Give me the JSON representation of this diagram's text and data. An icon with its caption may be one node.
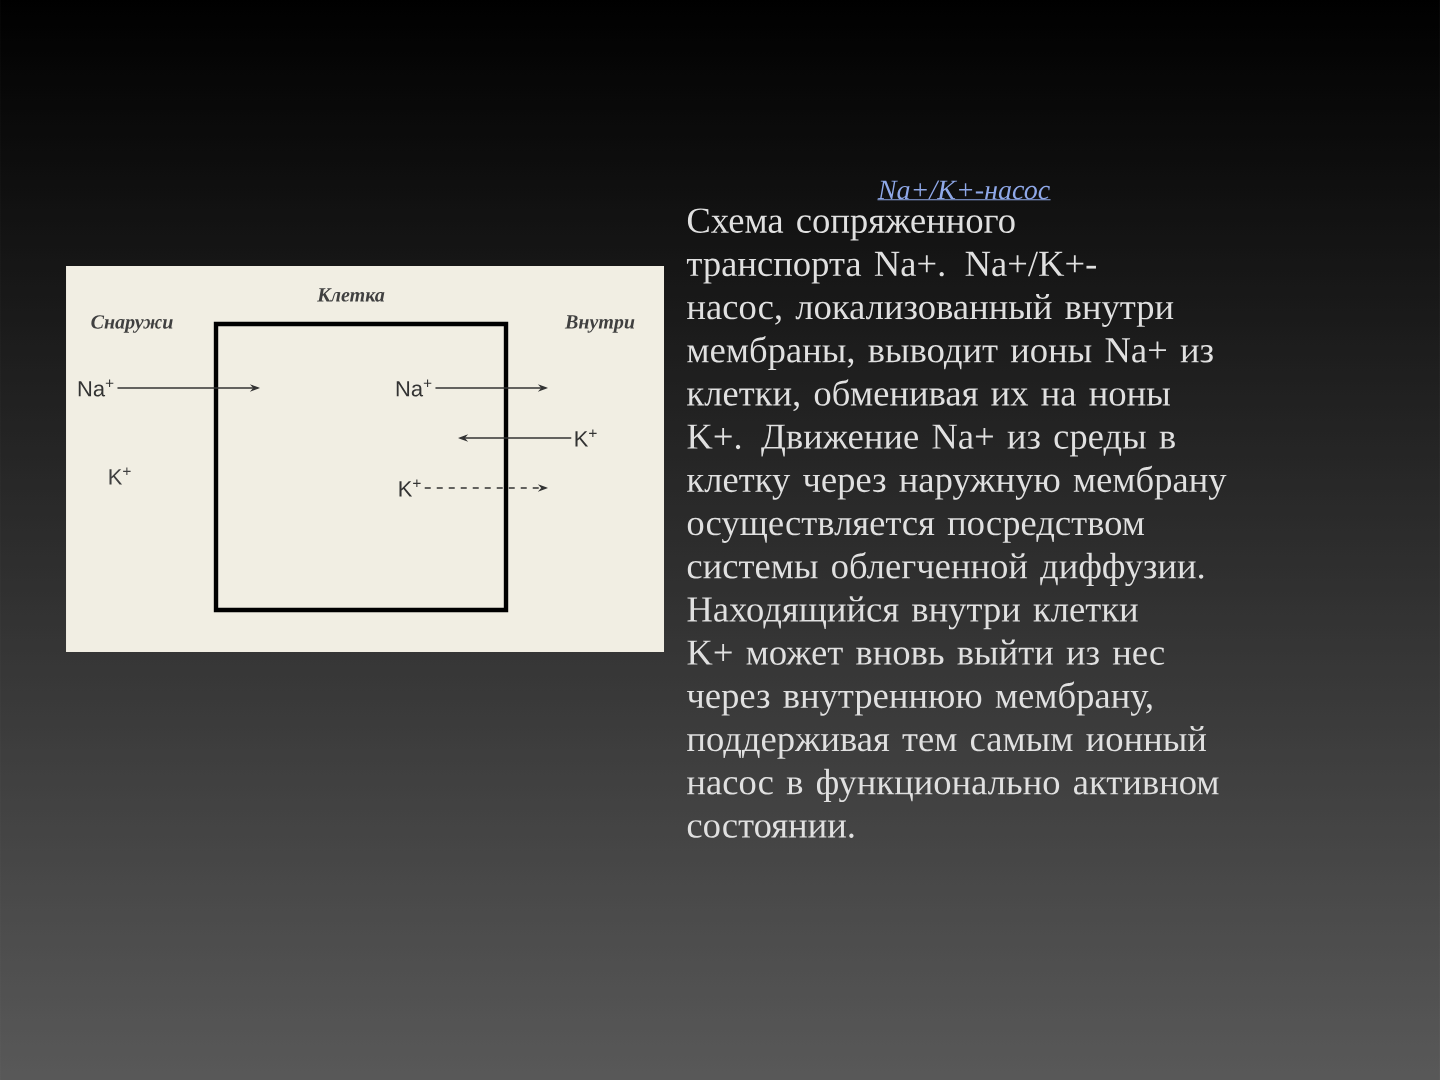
{
  "diagram": {
    "title": "Na+/K+-насос",
    "caption": "Схема сопряженного транспорта Na+. Na+/K+-насос, локализованный внутри мембраны, выводит ионы Na+ из клетки, обменивая их на ноны K+. Движение Na+ из среды в клетку через наружную мембрану осуществляется посредством системы облегченной диффузии. Находящийся внутри клетки K+ может вновь выйти из нес через внутреннюю мембрану, поддерживая тем самым ионный насос в функционально активном состоянии.",
    "nodes": [
      {
        "text": [
          "Клетка"
        ]
      },
      {
        "text": [
          "Na$^{+}$"
        ]
      },
      {
        "text": [
          "Na$^{+}$"
        ],
        "in": 0
      },
      {
        "text": [
          "K$^{+}$"
        ]
      },
      {
        "text": [
          "K$^{+}$"
        ],
        "in": 0
      }
    ],
    "edges": [
      {
        "from": 1,
        "to": null,
        "arrow": "to"
      },
      {
        "from": 2,
        "to": null,
        "arrow": "to"
      },
      {
        "from": 3,
        "to": null,
        "arrow": "to"
      },
      {
        "from": 4,
        "to": null,
        "arrow": "to",
        "style": "dashed"
      }
    ],
    "labels": [
      "Снаружи",
      "Внутри",
      "K$^{+}$"
    ]
  }
}
